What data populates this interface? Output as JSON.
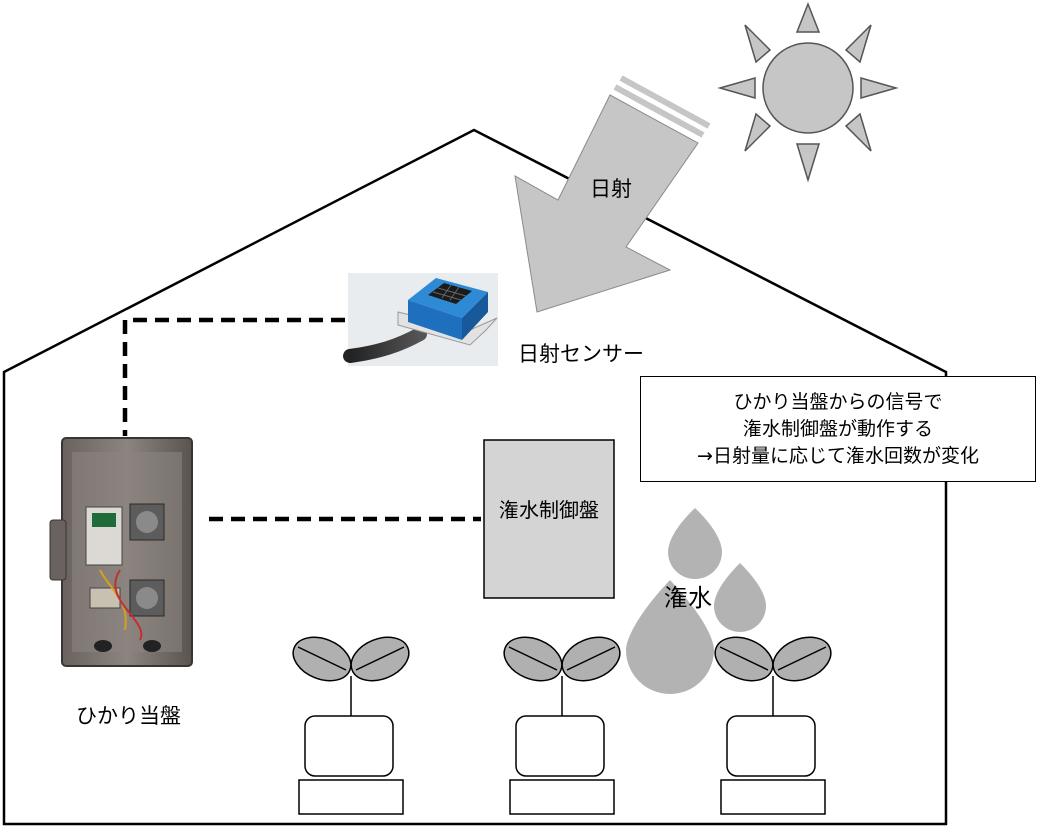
{
  "labels": {
    "radiation": "日射",
    "sensor": "日射センサー",
    "hikari_panel": "ひかり当盤",
    "irrigation_panel": "潅水制御盤",
    "irrigation": "潅水"
  },
  "note": {
    "lines": [
      "ひかり当盤からの信号で",
      "潅水制御盤が動作する",
      "→日射量に応じて潅水回数が変化"
    ]
  },
  "colors": {
    "arrow": "#c6c6c6",
    "sun": "#c6c6c6",
    "water": "#b3b3b3",
    "leaf": "#b0b0b0",
    "control_panel": "#d4d4d4",
    "sensor_body": "#1f6fbf",
    "line": "#000000"
  },
  "icons": {
    "sun": "sun-icon",
    "sensor": "solar-sensor-icon",
    "panel": "enclosure-panel-icon",
    "drop": "water-drop-icon",
    "seedling": "seedling-icon"
  }
}
